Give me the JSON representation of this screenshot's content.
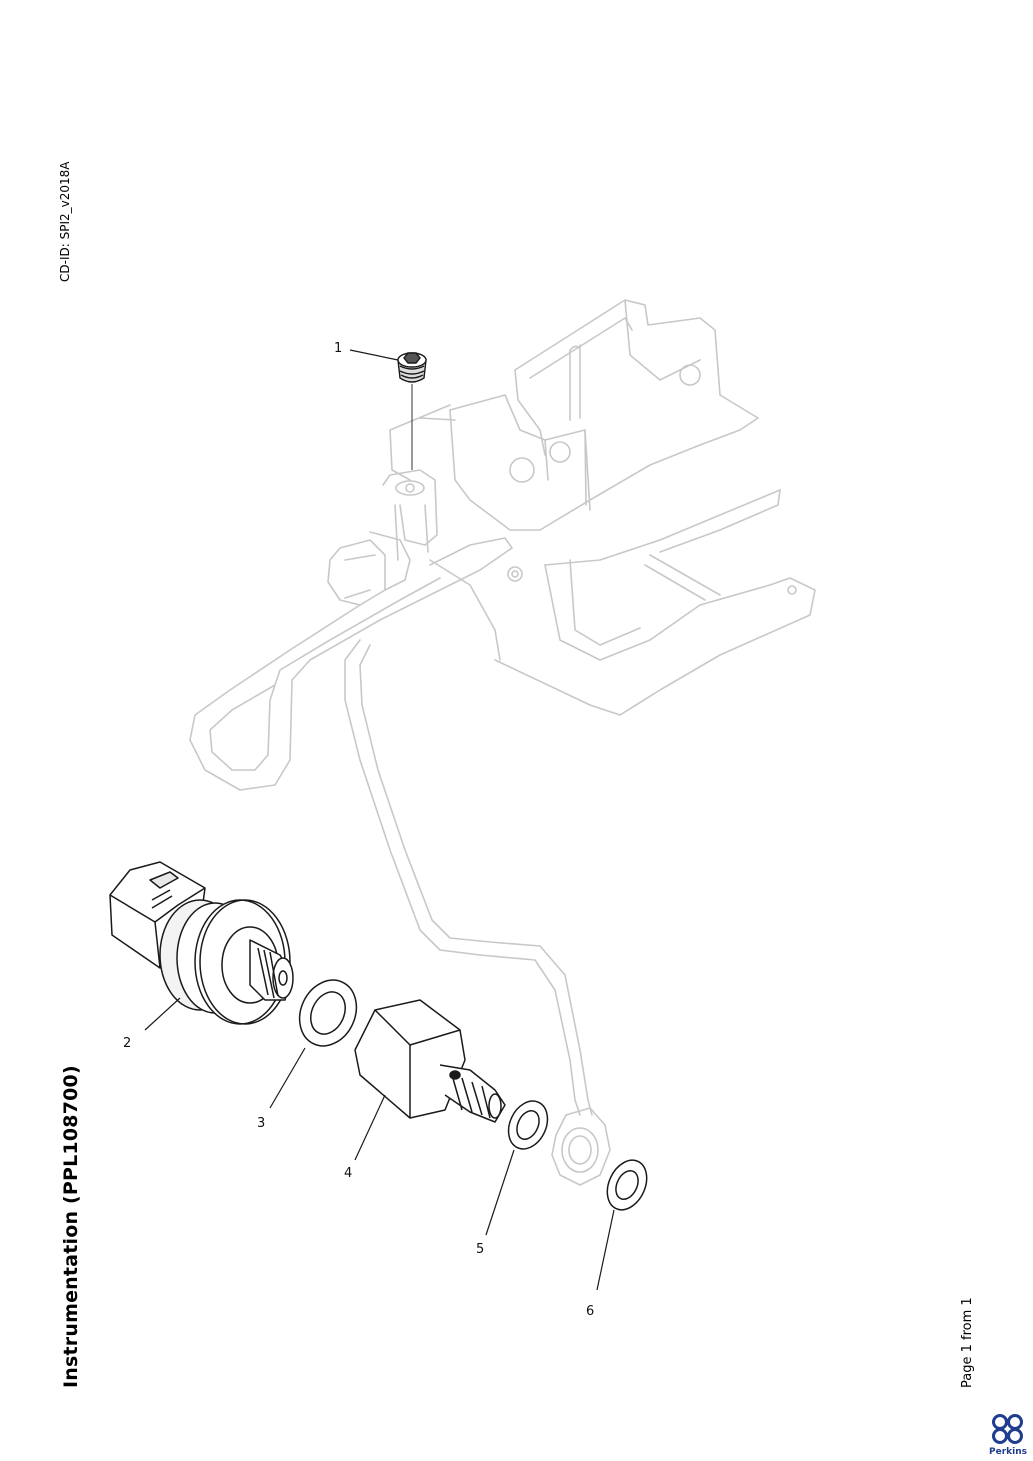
{
  "document": {
    "cd_id": "CD-ID: SPI2_v2018A",
    "title": "Instrumentation (PPL108700)",
    "page_indicator": "Page 1 from 1"
  },
  "callouts": [
    "1",
    "2",
    "3",
    "4",
    "5",
    "6"
  ],
  "brand": {
    "name": "Perkins",
    "logo_icon": "perkins-logo-icon",
    "color": "#1f3d8f"
  },
  "colors": {
    "context_line": "#c8c8c8",
    "part_line": "#1a1a1a"
  }
}
